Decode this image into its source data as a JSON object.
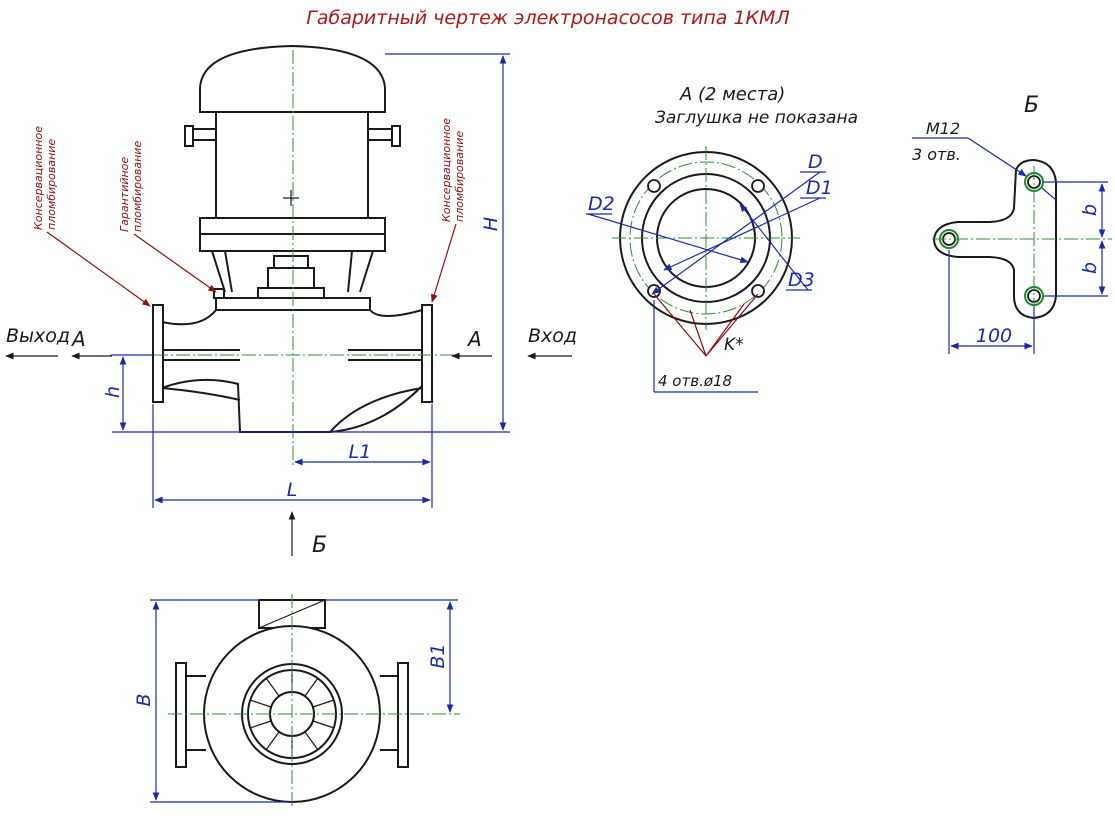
{
  "title": "Габаритный чертеж электронасосов типа 1КМЛ",
  "front_view": {
    "outlet_label": "Выход",
    "inlet_label": "Вход",
    "section_left": "А",
    "section_right": "А",
    "view_b_label": "Б",
    "dims": {
      "h": "h",
      "H": "H",
      "L1": "L1",
      "L": "L"
    },
    "seal_left": [
      "Консервационное",
      "пломбирование"
    ],
    "seal_mid": [
      "Гарантийное",
      "пломбирование"
    ],
    "seal_right": [
      "Консервационное",
      "пломбирование"
    ]
  },
  "flange_view": {
    "heading": "А (2 места)",
    "note": "Заглушка не показана",
    "dims": {
      "D": "D",
      "D1": "D1",
      "D2": "D2",
      "D3": "D3",
      "K": "K*"
    },
    "holes_note": "4 отв.ø18"
  },
  "base_view": {
    "heading": "Б",
    "thread": "М12",
    "thread_count": "3 отв.",
    "dims": {
      "b_top": "b",
      "b_bottom": "b",
      "width": "100"
    }
  },
  "bottom_view": {
    "dims": {
      "B": "B",
      "B1": "B1"
    }
  },
  "colors": {
    "title": "#b01818",
    "dimension": "#1c2aa8",
    "centerline": "#2e8b3a",
    "seal_note": "#8b1010",
    "outline": "#1a1a1a"
  }
}
